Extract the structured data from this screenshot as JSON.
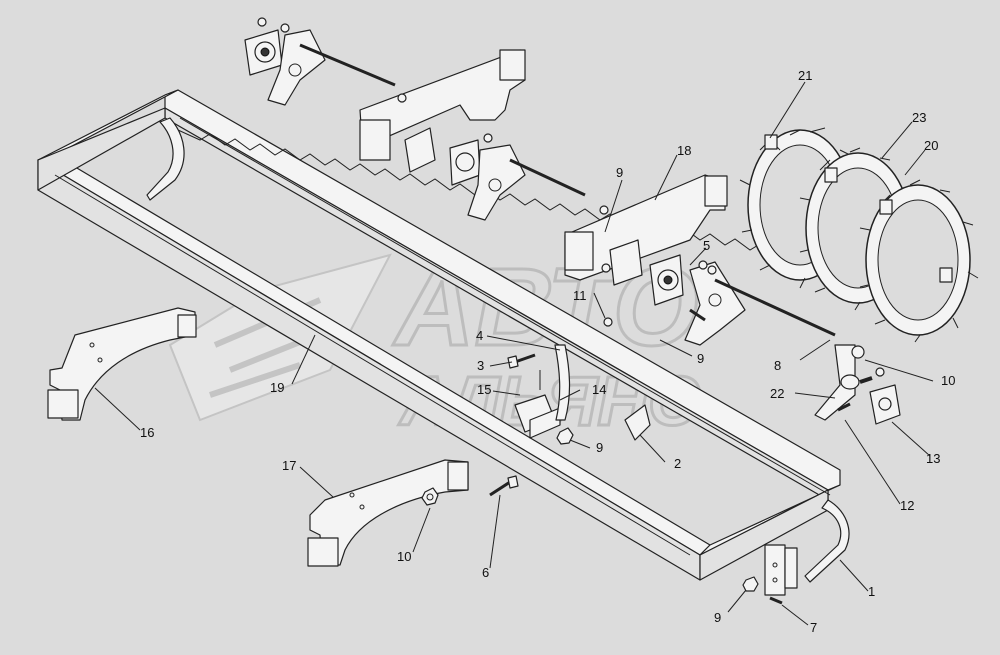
{
  "watermark": {
    "line1": "АВТО",
    "line2": "АЛЬЯНС",
    "color": "#bdbdbd"
  },
  "callouts": [
    "21",
    "23",
    "20",
    "18",
    "9",
    "5",
    "11",
    "4",
    "9",
    "3",
    "15",
    "14",
    "8",
    "10",
    "22",
    "13",
    "12",
    "2",
    "9",
    "19",
    "16",
    "17",
    "10",
    "6",
    "9",
    "7",
    "1"
  ]
}
